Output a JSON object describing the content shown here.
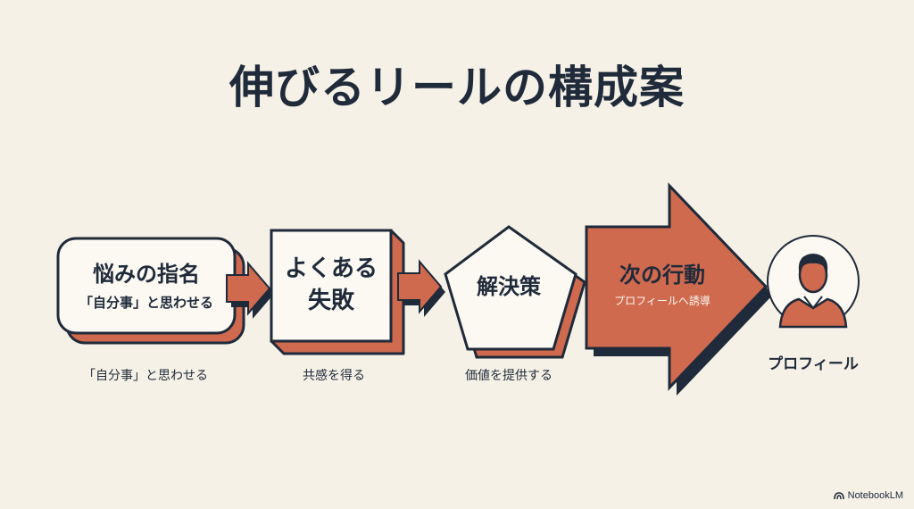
{
  "title": "伸びるリールの構成案",
  "steps": [
    {
      "heading": "悩みの指名",
      "inner_sub": "「自分事」と思わせる",
      "caption": "「自分事」と思わせる"
    },
    {
      "heading": "よくある失敗",
      "caption": "共感を得る"
    },
    {
      "heading": "解決策",
      "caption": "価値を提供する"
    },
    {
      "heading": "次の行動",
      "inner_sub": "プロフィールへ誘導"
    }
  ],
  "profile": {
    "label": "プロフィール",
    "icon": "person-icon"
  },
  "colors": {
    "accent": "#cf6a4f",
    "navy": "#1f2a3a",
    "paper": "#f5f1e6",
    "box": "#fbf9f2"
  },
  "brand": "NotebookLM"
}
